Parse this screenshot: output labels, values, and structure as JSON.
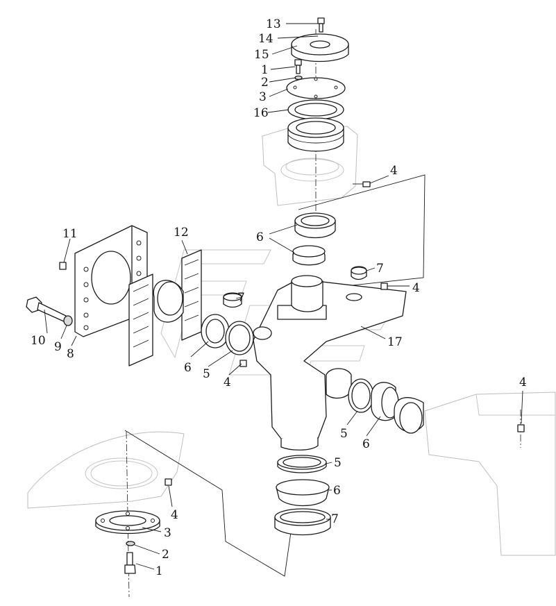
{
  "callouts": {
    "top_13": "13",
    "top_14": "14",
    "top_15": "15",
    "top_1": "1",
    "top_2": "2",
    "top_3": "3",
    "top_16": "16",
    "top_4": "4",
    "top_6": "6",
    "left_11": "11",
    "left_12": "12",
    "left_10": "10",
    "left_9": "9",
    "left_8": "8",
    "mid_7a": "7",
    "mid_6": "6",
    "mid_5": "5",
    "mid_4": "4",
    "right_7": "7",
    "right_4": "4",
    "body_17": "17",
    "side_5": "5",
    "side_6": "6",
    "far_4": "4",
    "low_5": "5",
    "low_6": "6",
    "low_7": "7",
    "bot_4": "4",
    "bot_3": "3",
    "bot_2": "2",
    "bot_1": "1"
  },
  "icons": [
    "hex-bolt-icon",
    "washer-icon",
    "grease-nipple-icon",
    "bearing-cup-icon",
    "seal-ring-icon"
  ],
  "colors": {
    "line": "#1a1a1a",
    "ghost": "#bdbdbd",
    "background": "#ffffff"
  }
}
